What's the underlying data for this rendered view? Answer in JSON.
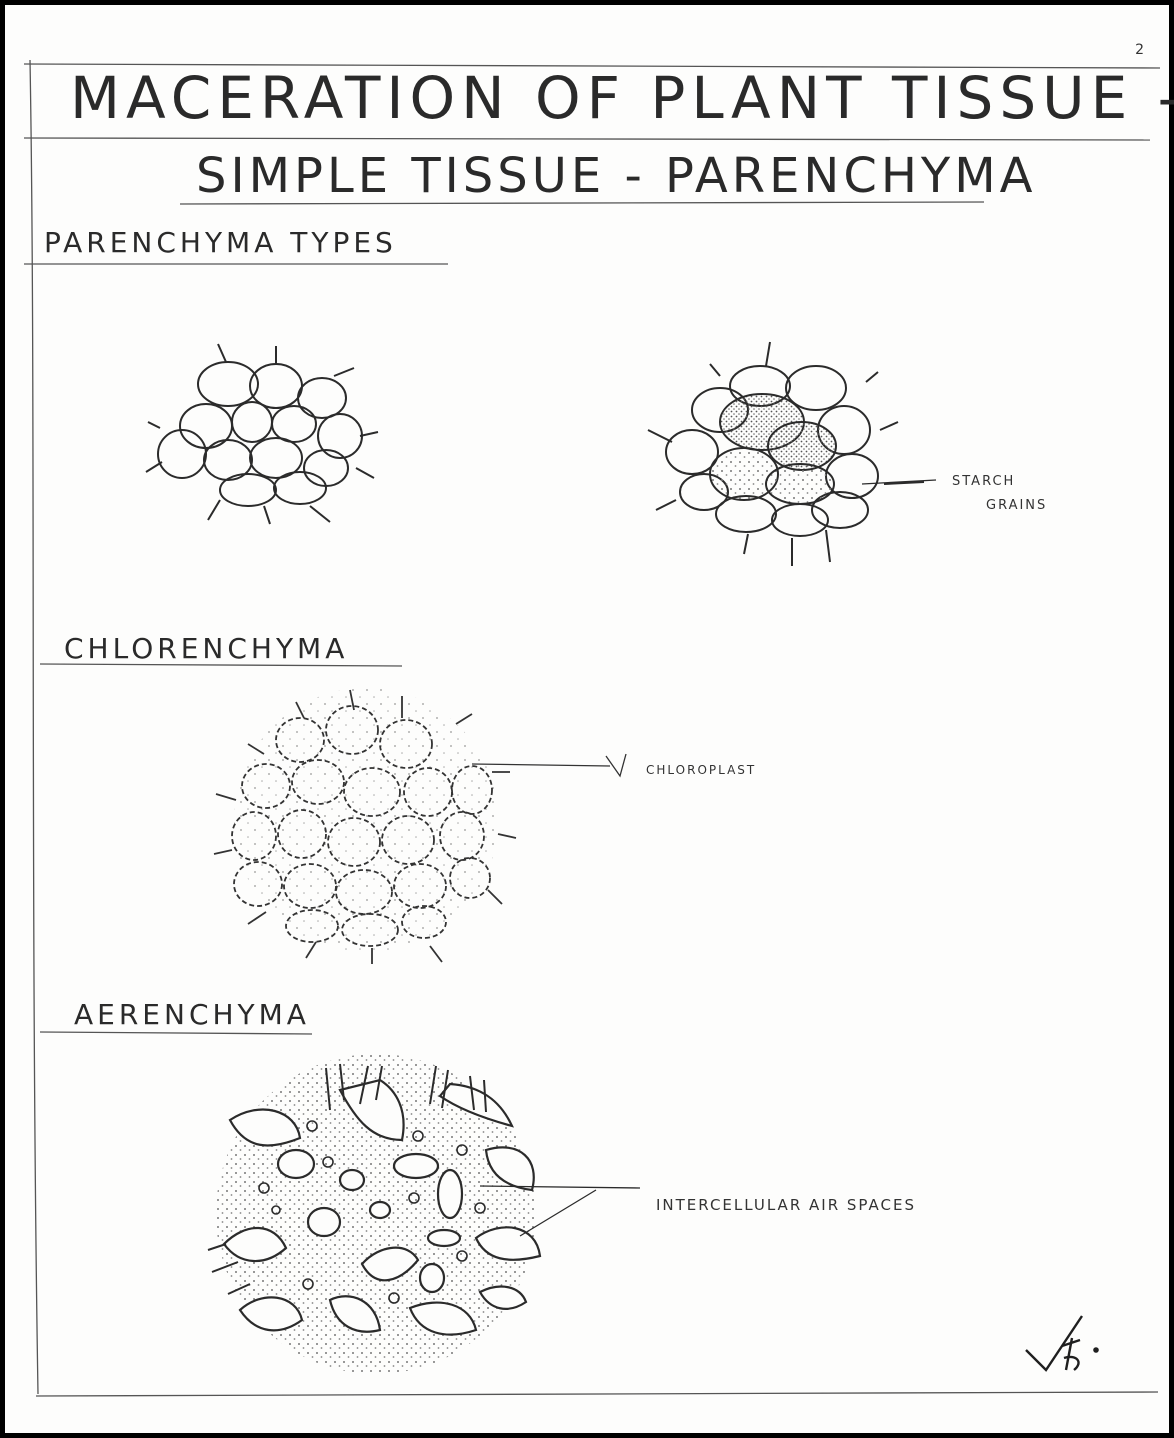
{
  "page": {
    "page_number": "2",
    "title_line1": "MACERATION OF PLANT TISSUE -",
    "title_line2": "SIMPLE TISSUE - PARENCHYMA"
  },
  "sections": {
    "parenchyma": {
      "heading": "PARENCHYMA TYPES",
      "label_starch_1": "STARCH",
      "label_starch_2": "GRAINS"
    },
    "chlorenchyma": {
      "heading": "CHLORENCHYMA",
      "label_chloroplast": "CHLOROPLAST"
    },
    "aerenchyma": {
      "heading": "AERENCHYMA",
      "label_air": "INTERCELLULAR AIR SPACES"
    }
  },
  "colors": {
    "ink": "#2a2a2a",
    "paper": "#fdfdfc",
    "stipple": "#6a6a6a"
  }
}
